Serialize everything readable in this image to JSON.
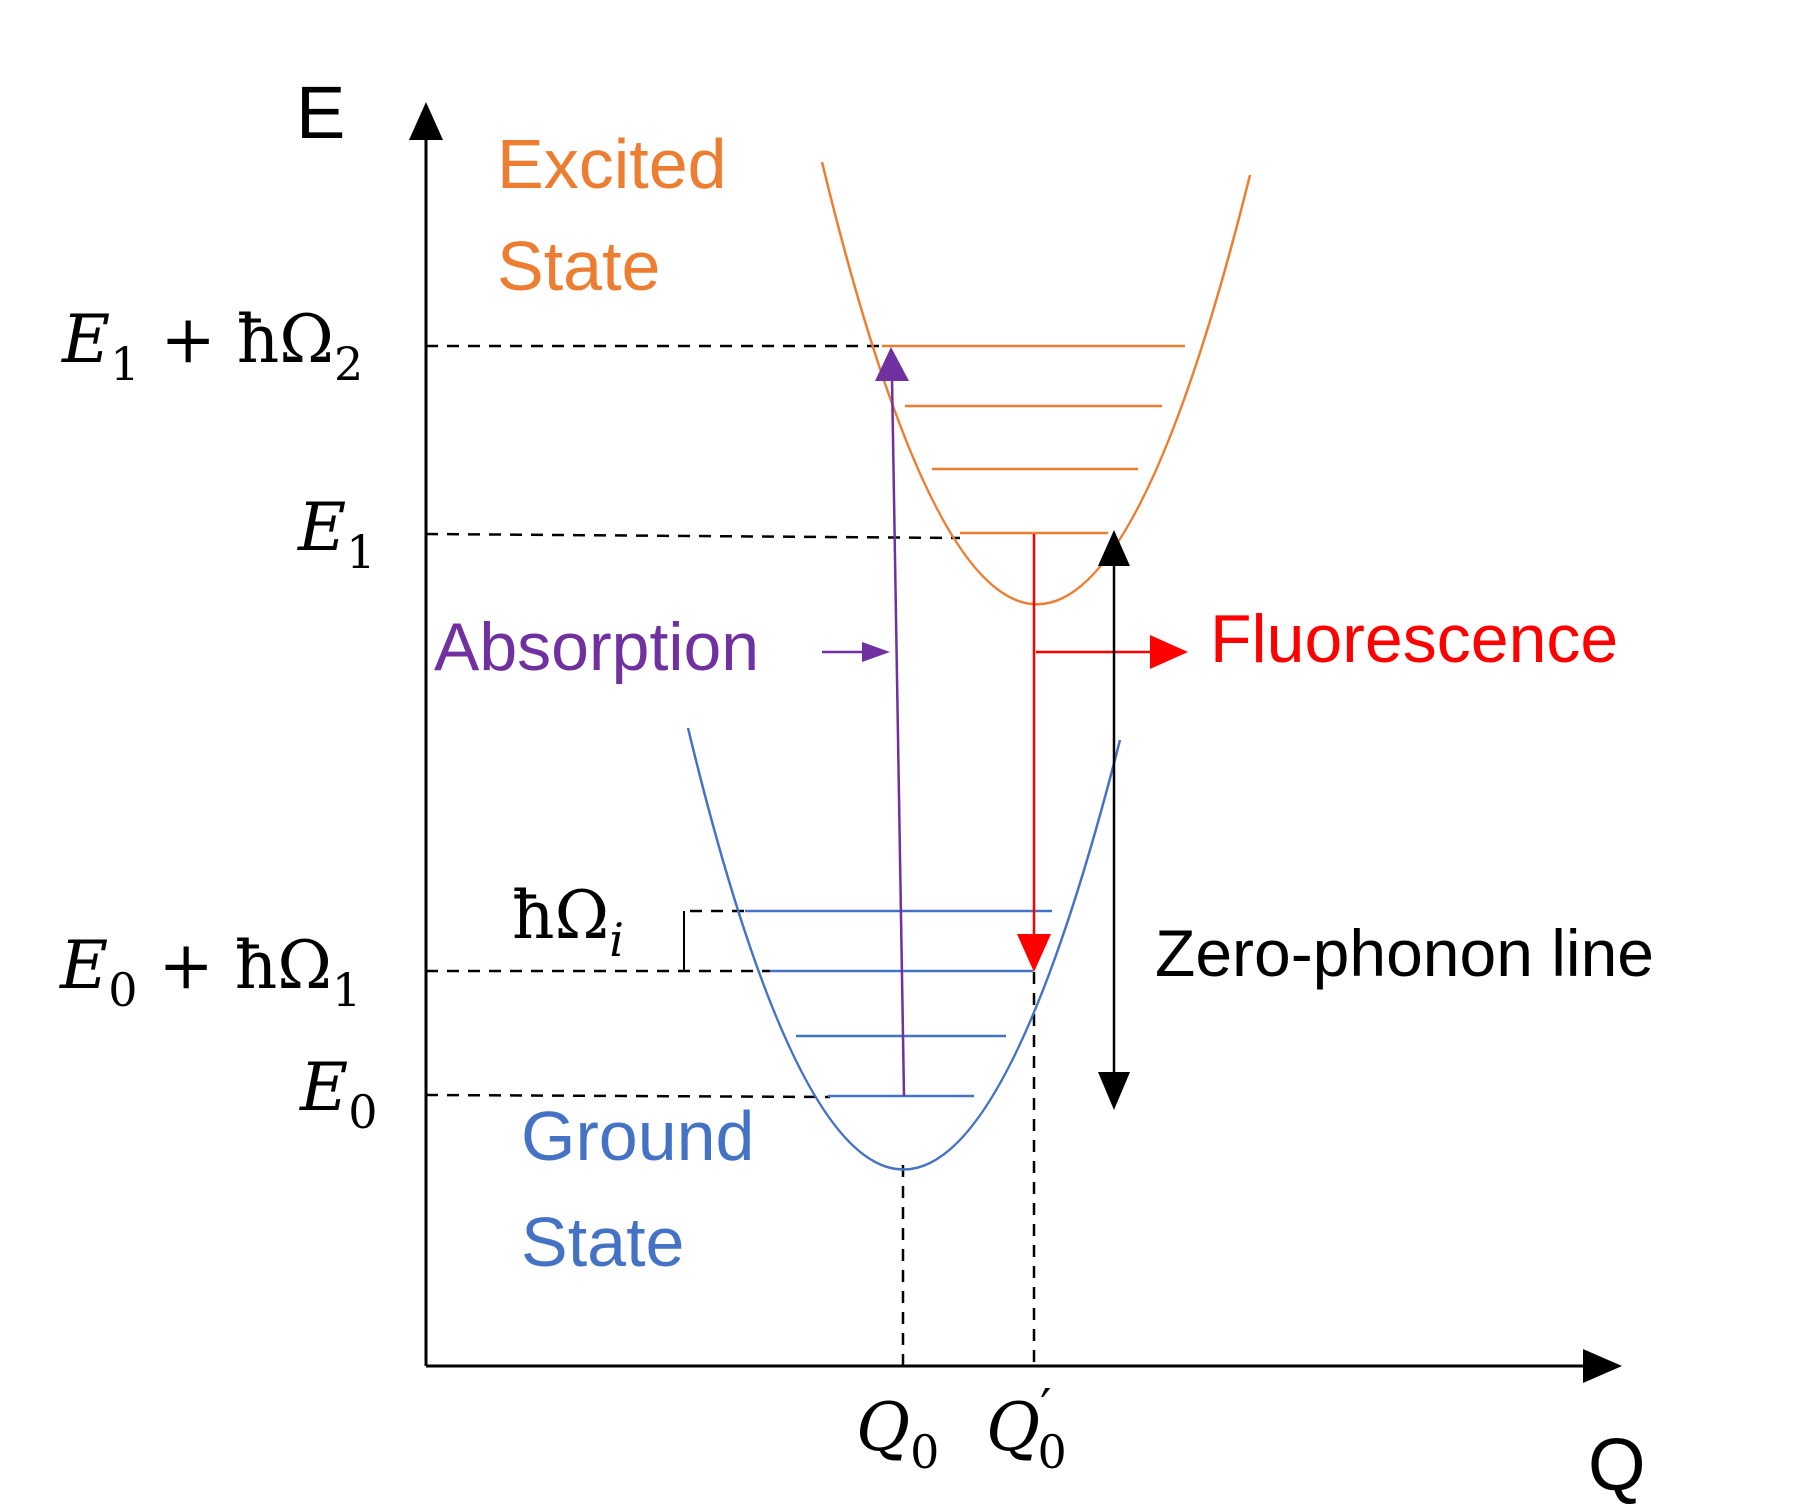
{
  "axes": {
    "y_label": "E",
    "x_label": "Q"
  },
  "states": {
    "excited": {
      "line1": "Excited",
      "line2": "State",
      "color": "#ED7D31"
    },
    "ground": {
      "line1": "Ground",
      "line2": "State",
      "color": "#4472C4"
    }
  },
  "energy_labels": {
    "e1_plus": {
      "base": "E",
      "sub": "1",
      "op": " + ħΩ",
      "op_sub": "2"
    },
    "e1": {
      "base": "E",
      "sub": "1"
    },
    "e0_plus": {
      "base": "E",
      "sub": "0",
      "op": " + ħΩ",
      "op_sub": "1"
    },
    "e0": {
      "base": "E",
      "sub": "0"
    },
    "spacing": {
      "base": "ħΩ",
      "sub": "i"
    }
  },
  "q_labels": {
    "q0": {
      "base": "Q",
      "sub": "0"
    },
    "q0_prime": {
      "base": "Q",
      "sup": "′",
      "sub": "0"
    }
  },
  "transitions": {
    "absorption": {
      "label": "Absorption",
      "color": "#7030A0"
    },
    "fluorescence": {
      "label": "Fluorescence",
      "color": "#FF0000"
    },
    "zero_phonon": {
      "label": "Zero-phonon line",
      "color": "#000000"
    }
  }
}
